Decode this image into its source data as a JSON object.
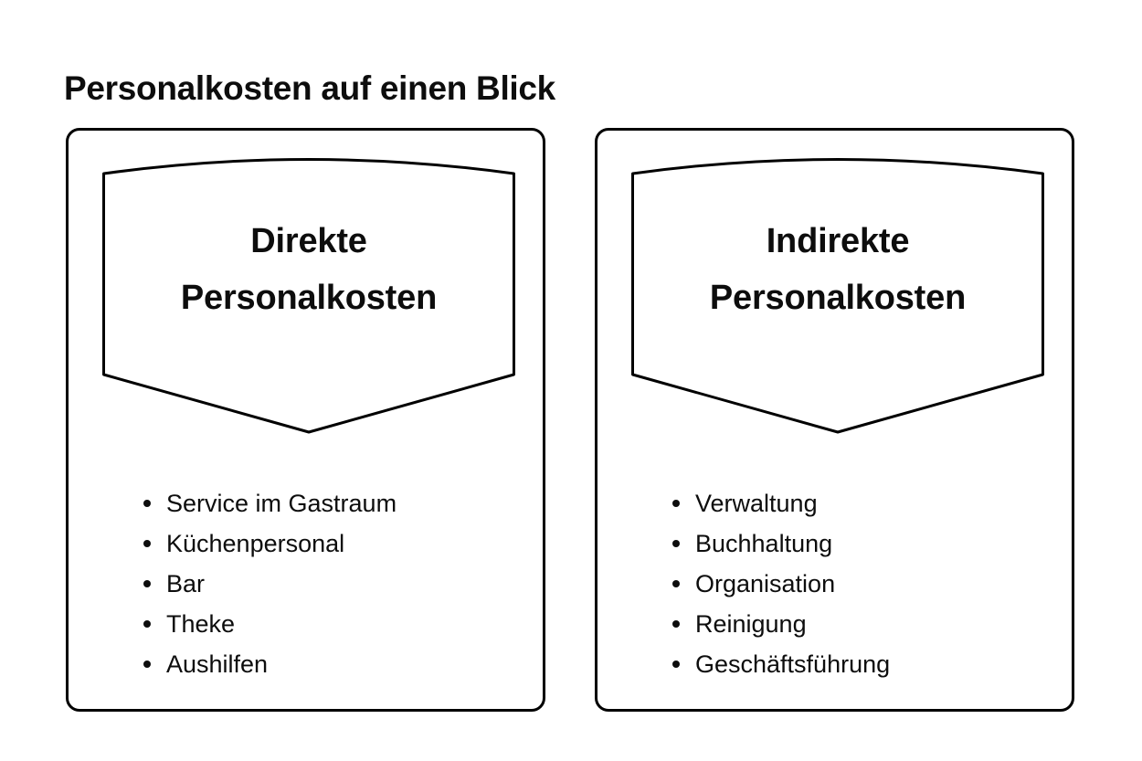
{
  "page": {
    "title": "Personalkosten auf einen Blick",
    "background_color": "#ffffff",
    "text_color": "#0d0d0d",
    "stroke_color": "#000000"
  },
  "cards": [
    {
      "shield_heading_line1": "Direkte",
      "shield_heading_line2": "Personalkosten",
      "items": [
        "Service im Gastraum",
        "Küchenpersonal",
        "Bar",
        "Theke",
        "Aushilfen"
      ]
    },
    {
      "shield_heading_line1": "Indirekte",
      "shield_heading_line2": "Personalkosten",
      "items": [
        "Verwaltung",
        "Buchhaltung",
        "Organisation",
        "Reinigung",
        "Geschäftsführung"
      ]
    }
  ]
}
